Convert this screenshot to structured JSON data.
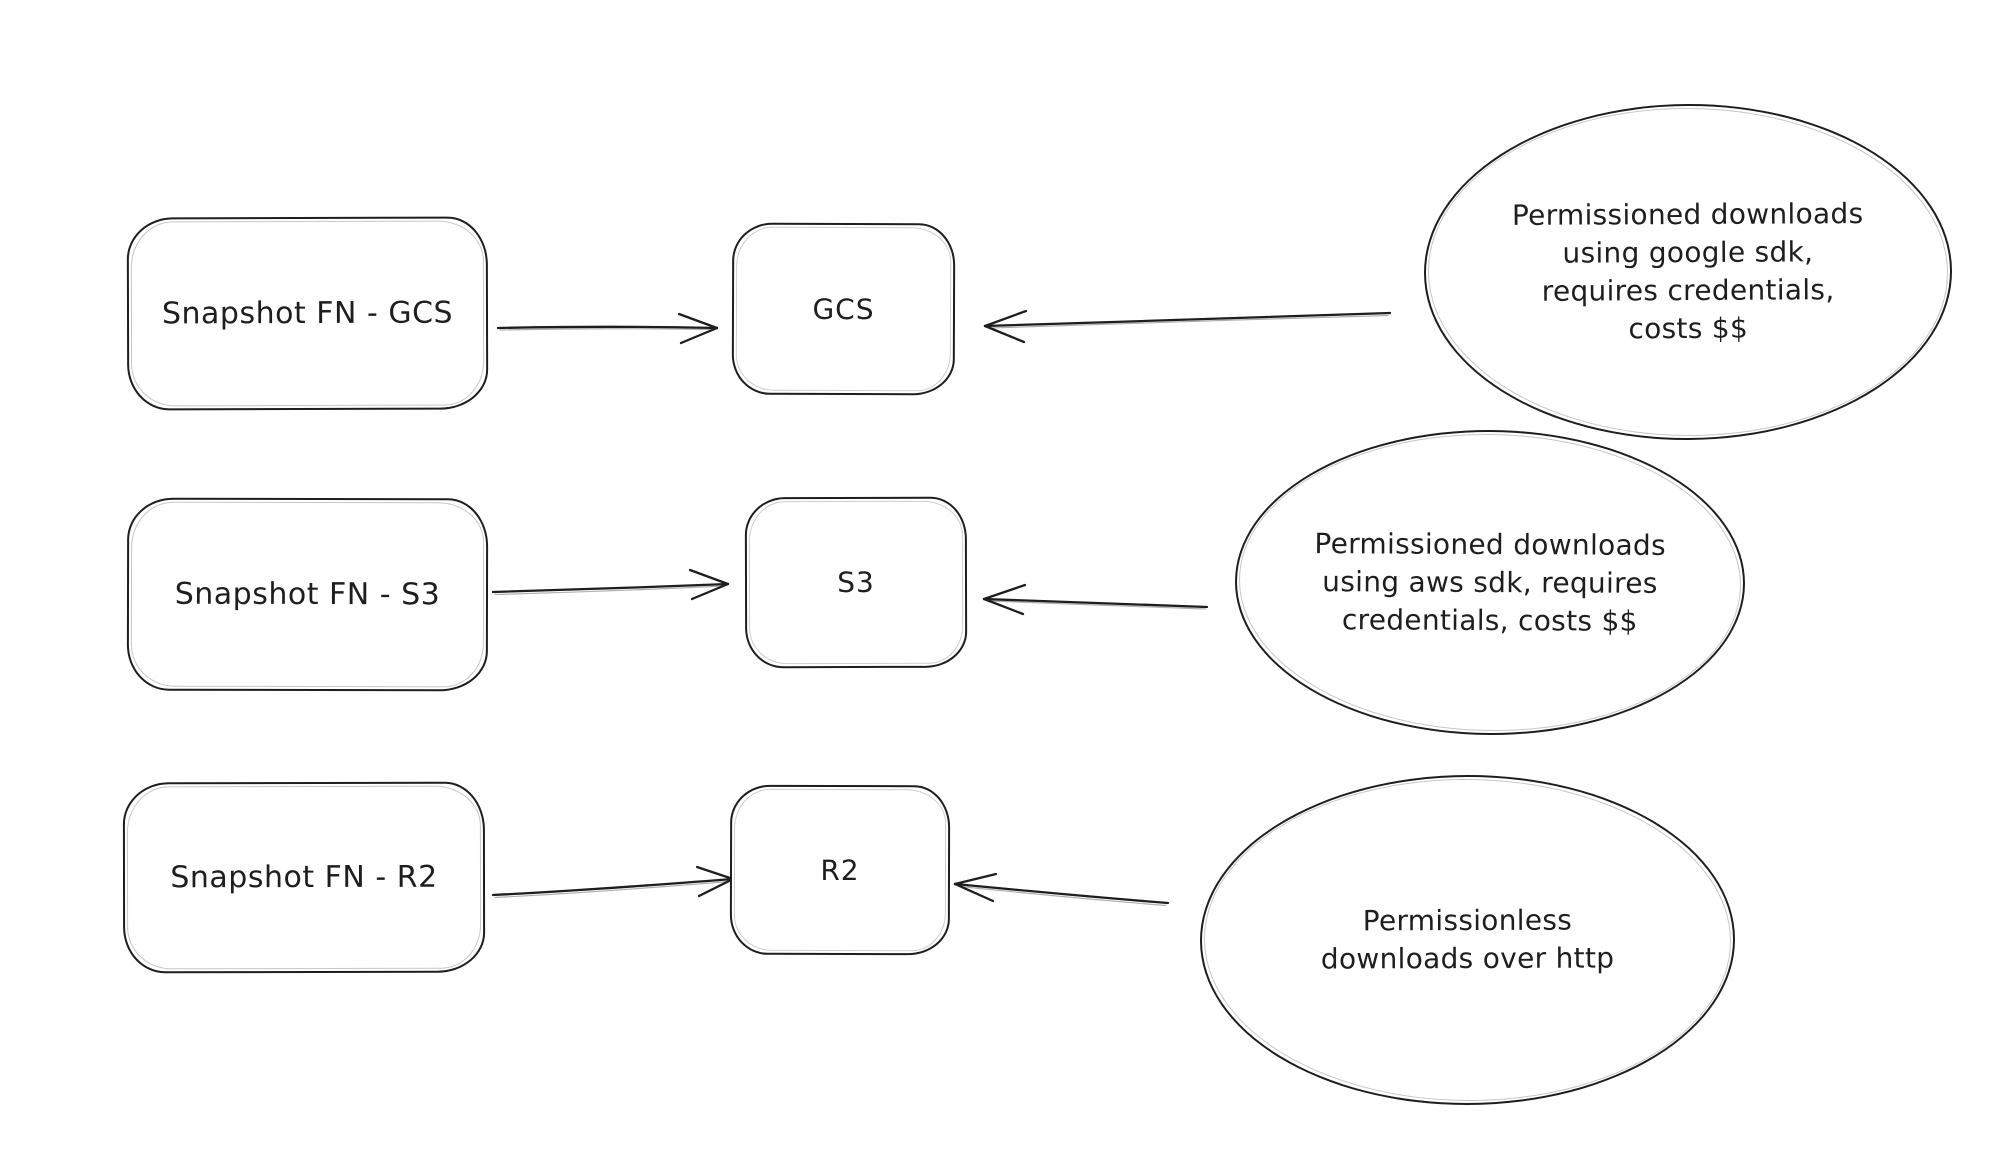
{
  "canvas": {
    "background": "#ffffff",
    "stroke_color": "#1e1e1e",
    "text_color": "#1e1e1e"
  },
  "rows": [
    {
      "source": {
        "label": "Snapshot FN - GCS"
      },
      "target": {
        "label": "GCS"
      },
      "note": {
        "lines": [
          "Permissioned downloads",
          "using google sdk,",
          "requires credentials,",
          "costs $$"
        ]
      }
    },
    {
      "source": {
        "label": "Snapshot FN - S3"
      },
      "target": {
        "label": "S3"
      },
      "note": {
        "lines": [
          "Permissioned downloads",
          "using aws sdk, requires",
          "credentials, costs $$"
        ]
      }
    },
    {
      "source": {
        "label": "Snapshot FN - R2"
      },
      "target": {
        "label": "R2"
      },
      "note": {
        "lines": [
          "Permissionless",
          "downloads over http"
        ]
      }
    }
  ]
}
